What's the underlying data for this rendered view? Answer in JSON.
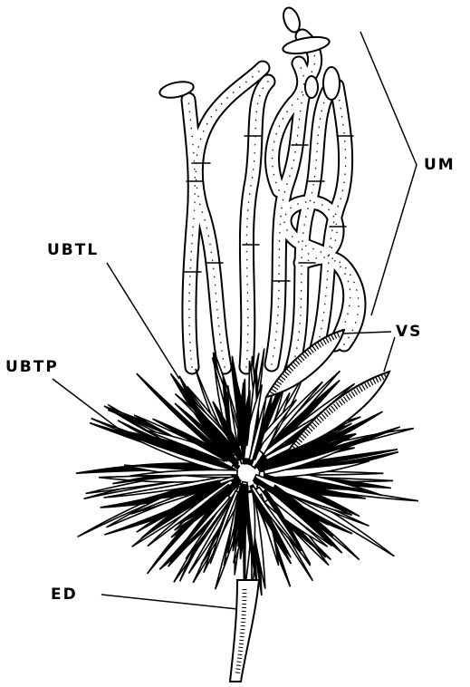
{
  "labels": {
    "um": "UM",
    "ubtl": "UBTL",
    "vs": "VS",
    "ubtp": "UBTP",
    "ed": "ED"
  },
  "colors": {
    "ink": "#000000",
    "paper": "#ffffff"
  }
}
